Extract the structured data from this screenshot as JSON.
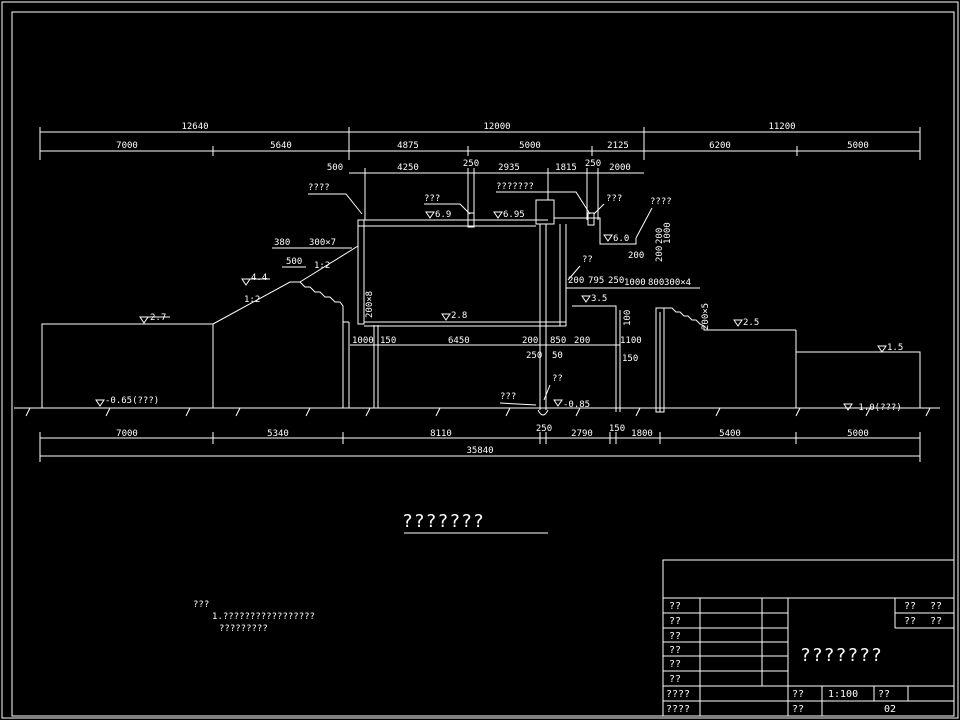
{
  "drawing": {
    "section_title": "???????",
    "notes": {
      "heading": "???",
      "line1": "1.?????????????????",
      "line2": "?????????"
    }
  },
  "dimensions": {
    "top_row1": [
      "12640",
      "12000",
      "11200"
    ],
    "top_row2": [
      "7000",
      "5640",
      "4875",
      "5000",
      "2125",
      "6200",
      "5000"
    ],
    "top_row3": [
      "500",
      "4250",
      "250",
      "2935",
      "1815",
      "250",
      "2000"
    ],
    "bottom_row1": [
      "7000",
      "5340",
      "8110",
      "250",
      "2790",
      "150",
      "1800",
      "5400",
      "5000"
    ],
    "bottom_total": "35840"
  },
  "levels": {
    "l_2_7": "2.7",
    "l_4_4": "4.4",
    "l_6_9": "6.9",
    "l_6_95": "6.95",
    "l_6_0": "6.0",
    "l_2_8": "2.8",
    "l_3_5": "3.5",
    "l_2_5": "2.5",
    "l_1_5": "1.5",
    "l_neg_065": "-0.65(???)",
    "l_neg_085": "-0.85",
    "l_neg_10": "-1.0(???)"
  },
  "labels": {
    "lbl_a": "????",
    "lbl_b": "???",
    "lbl_c": "???????",
    "lbl_d": "???",
    "lbl_e": "????",
    "stair1": "300×7",
    "d380": "380",
    "d500s": "500",
    "slope1": "1:2",
    "slope2": "1:2",
    "step8": "200×8",
    "d200v": "200",
    "d1000v": "1000",
    "d200v2": "200",
    "d200h": "200",
    "lbl_f": "??",
    "d200b": "200",
    "d795": "795",
    "d250c": "250",
    "d1000c": "1000",
    "d800": "800",
    "stair4": "300×4",
    "d100v": "100",
    "step5": "200×5",
    "d1000i": "1000",
    "d150i": "150",
    "d6450": "6450",
    "d200i": "200",
    "d850": "850",
    "d200j": "200",
    "d250j": "250",
    "d50": "50",
    "d1100": "1100",
    "d150j": "150",
    "lbl_g": "??",
    "lbl_h": "???"
  },
  "titleblock": {
    "r1": "??",
    "r2": "??",
    "r3": "??",
    "r4": "??",
    "r5": "??",
    "r6": "??",
    "r7": "????",
    "r8": "????",
    "tr1a": "??",
    "tr1b": "??",
    "tr2a": "??",
    "tr2b": "??",
    "name": "???????",
    "scale_label": "??",
    "scale": "1:100",
    "sheet_label": "??",
    "lower_label": "??",
    "sheet_no": "02"
  }
}
